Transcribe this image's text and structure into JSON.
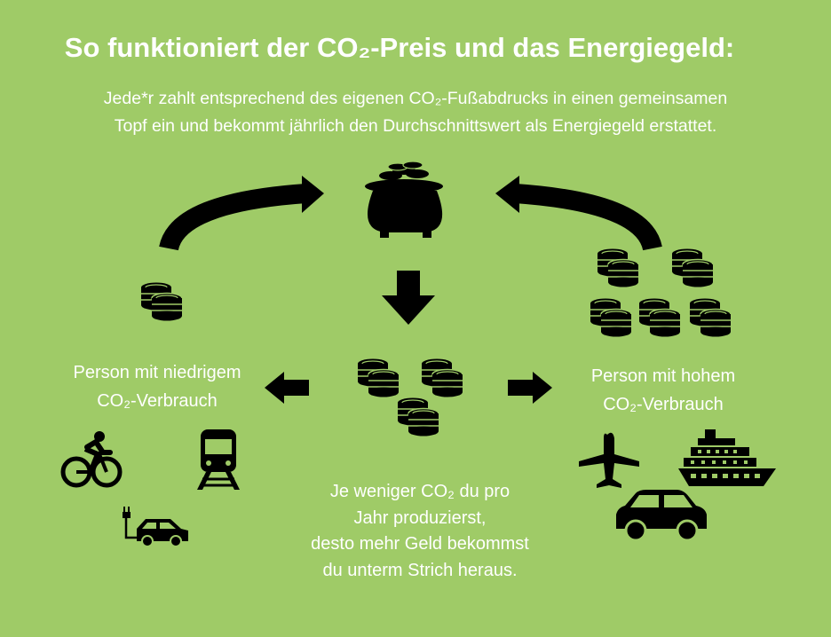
{
  "title": "So funktioniert der CO₂-Preis und das Energiegeld:",
  "subtitle": {
    "line1": "Jede*r zahlt entsprechend des eigenen CO₂-Fußabdrucks in einen gemeinsamen",
    "line2": "Topf ein und bekommt jährlich den Durchschnittswert als Energiegeld erstattet."
  },
  "low_person": {
    "line1": "Person mit niedrigem",
    "line2": "CO₂-Verbrauch"
  },
  "high_person": {
    "line1": "Person mit hohem",
    "line2": "CO₂-Verbrauch"
  },
  "bottom_note": {
    "line1": "Je weniger CO₂ du pro",
    "line2": "Jahr produzierst,",
    "line3": "desto mehr Geld bekommst",
    "line4": "du unterm Strich heraus."
  },
  "colors": {
    "background": "#9fcb67",
    "icon": "#000000",
    "text": "#ffffff"
  },
  "icons": [
    "pot-of-gold-icon",
    "coin-stack-icon",
    "bicycle-icon",
    "train-icon",
    "electric-car-icon",
    "airplane-icon",
    "cruise-ship-icon",
    "car-icon",
    "arrow-down-icon",
    "arrow-left-icon",
    "arrow-right-icon",
    "curved-arrow-icon"
  ]
}
